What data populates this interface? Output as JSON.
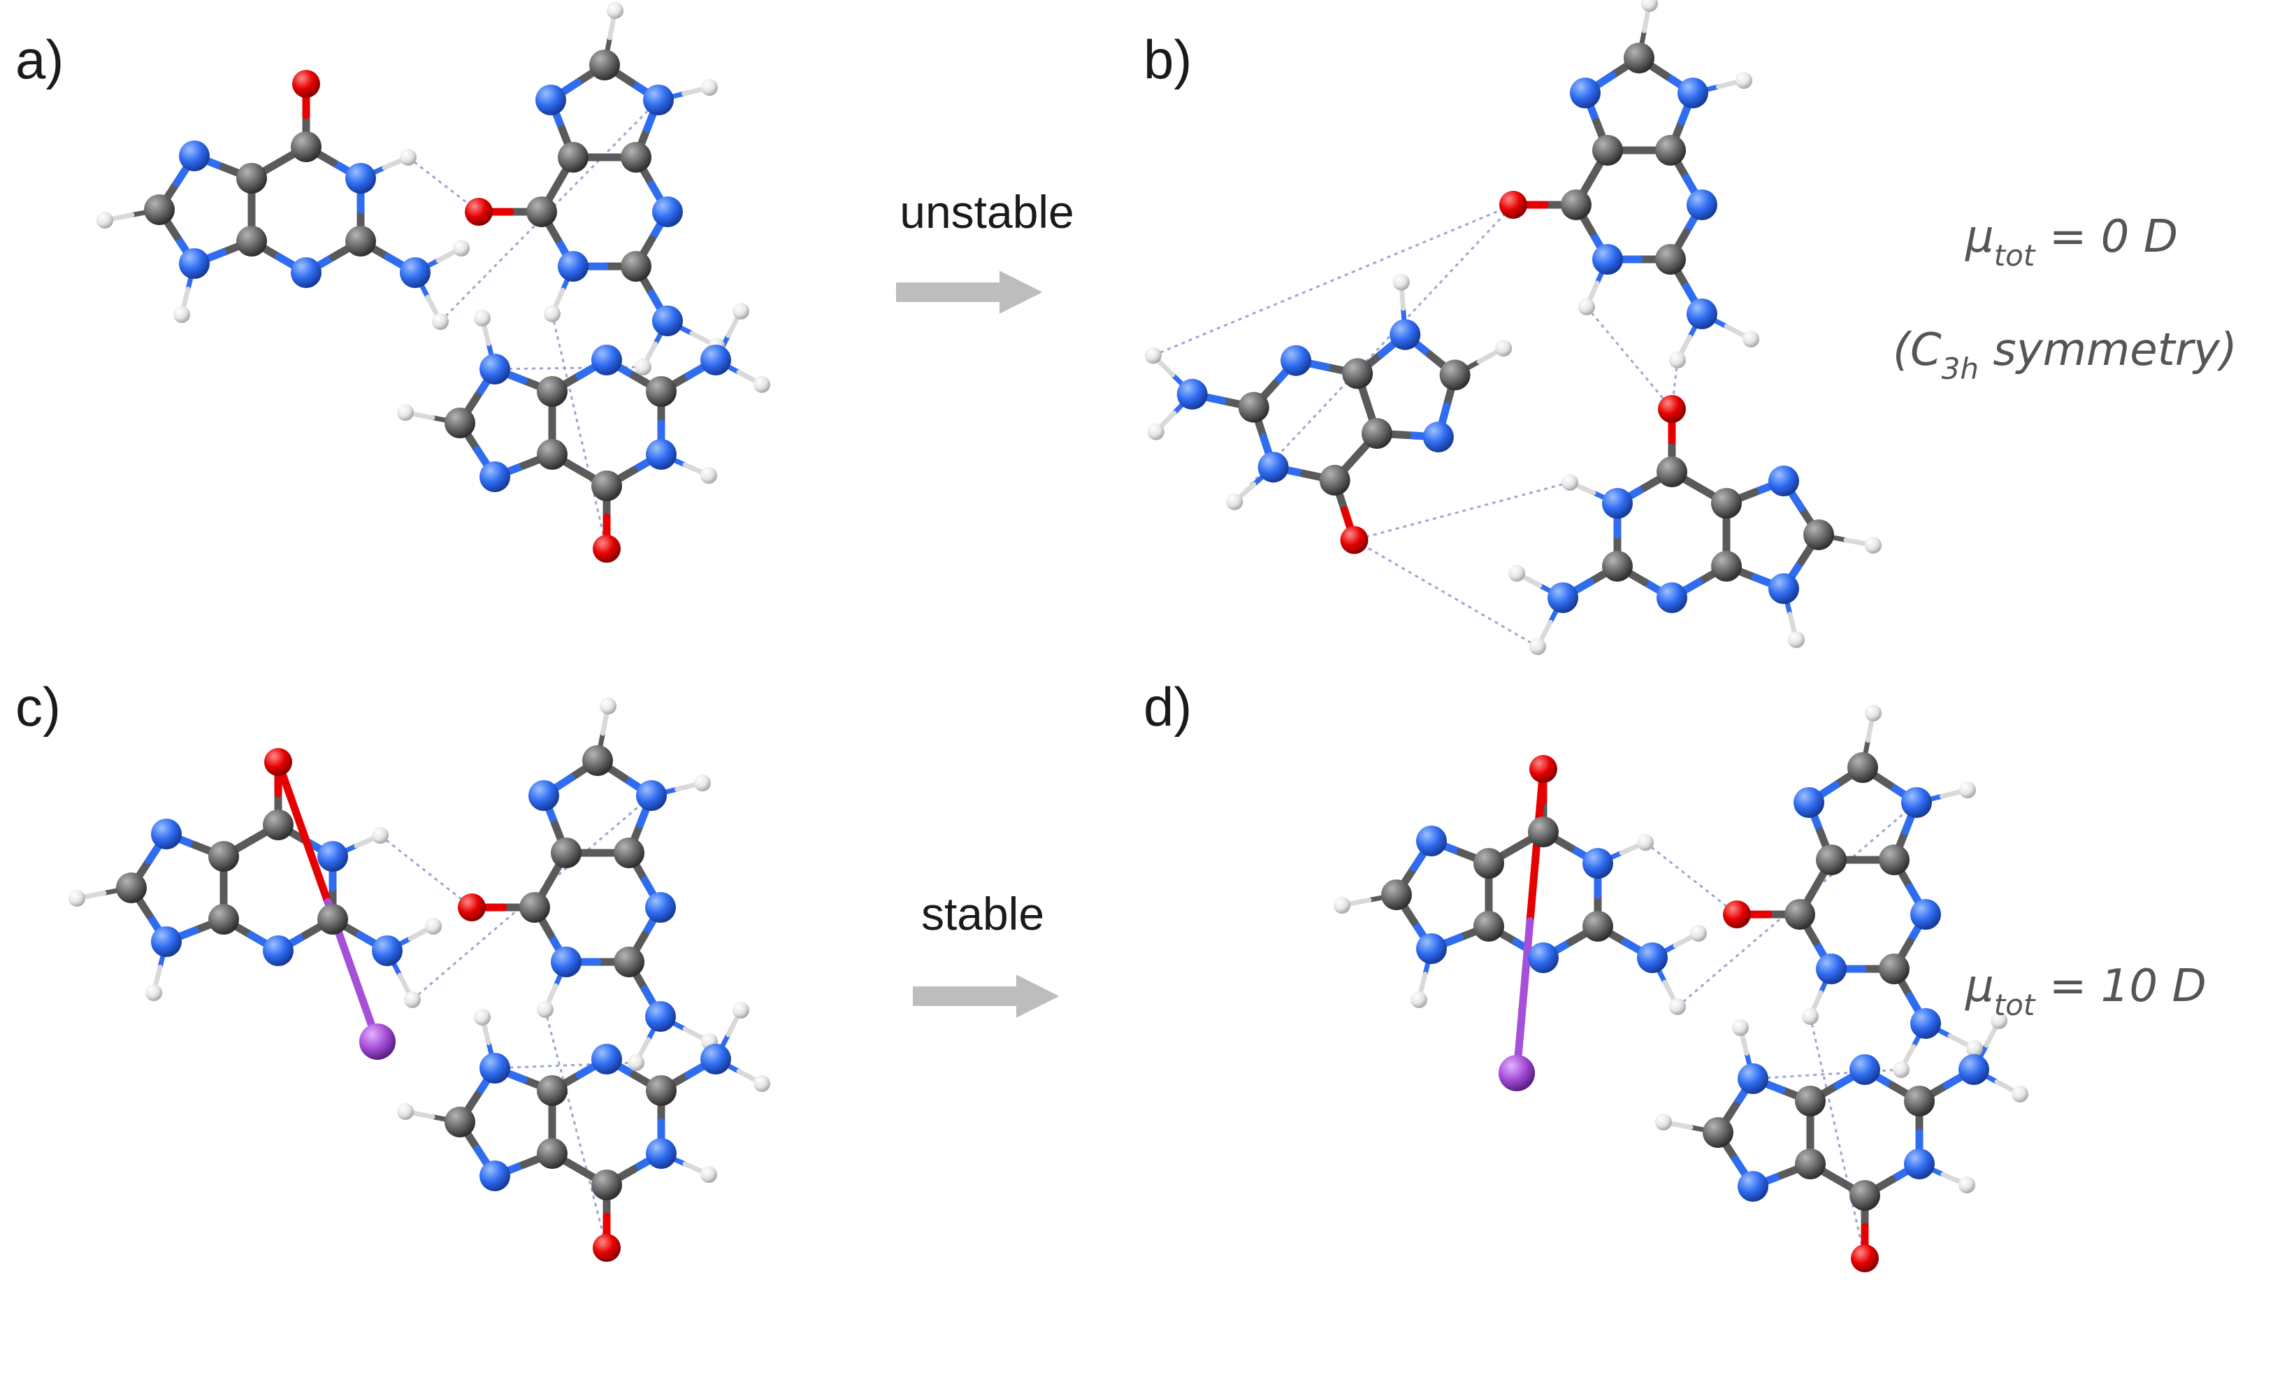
{
  "panels": {
    "a": {
      "label": "a)"
    },
    "b": {
      "label": "b)"
    },
    "c": {
      "label": "c)"
    },
    "d": {
      "label": "d)"
    }
  },
  "arrows": {
    "top": {
      "text": "unstable"
    },
    "bottom": {
      "text": "stable"
    }
  },
  "annotations": {
    "b": {
      "mu": "μ",
      "sub": "tot",
      "value": " = 0 D",
      "sym_open": "(C",
      "sym_sub": "3h",
      "sym_close": " symmetry)"
    },
    "d": {
      "mu": "μ",
      "sub": "tot",
      "value": " = 10 D"
    }
  },
  "colors": {
    "carbon": "#6b6b6b",
    "nitrogen": "#2f6cf0",
    "oxygen": "#e60000",
    "hydrogen": "#f2f2f2",
    "metal": "#a64fd9",
    "hbond": "#9aa6d6",
    "arrow": "#bdbdbd"
  }
}
